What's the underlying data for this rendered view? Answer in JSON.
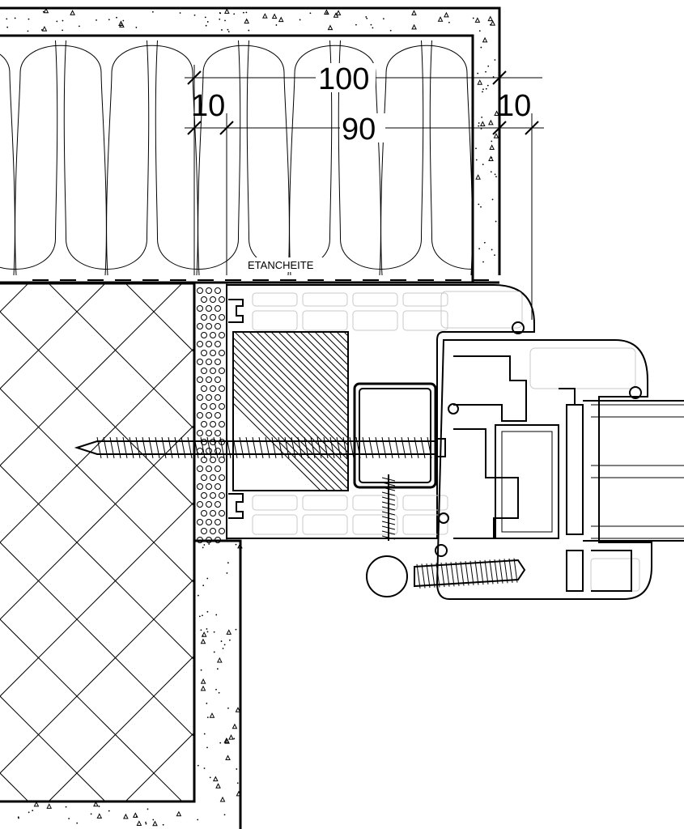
{
  "labels": {
    "dim_total": "100",
    "dim_inner": "90",
    "dim_left_offset": "10",
    "dim_right_offset": "10",
    "membrane": "ETANCHEITE"
  }
}
